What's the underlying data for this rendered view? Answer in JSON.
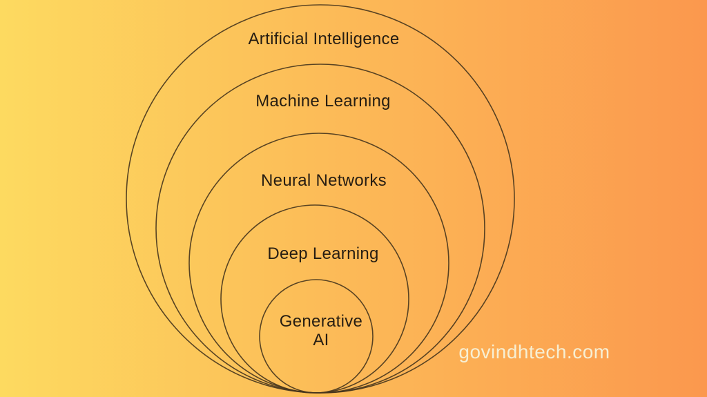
{
  "diagram": {
    "type": "nested-euler",
    "layers": [
      {
        "label": "Artificial Intelligence",
        "rank": 1
      },
      {
        "label": "Machine Learning",
        "rank": 2
      },
      {
        "label": "Neural Networks",
        "rank": 3
      },
      {
        "label": "Deep Learning",
        "rank": 4
      },
      {
        "label": "Generative AI",
        "rank": 5
      }
    ],
    "watermark": "govindhtech.com"
  },
  "colors": {
    "bg_left": "#fdda60",
    "bg_right": "#fb984e",
    "stroke": "#46351d",
    "text": "#261d12",
    "watermark": "#f7efd3"
  }
}
